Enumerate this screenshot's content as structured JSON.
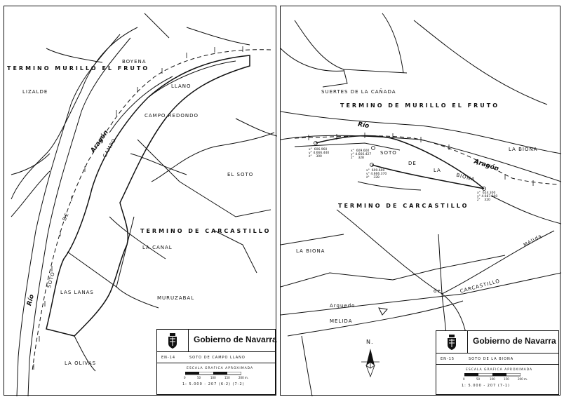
{
  "left_map": {
    "labels": {
      "murillo": "TERMINO  MURILLO  EL  FRUTO",
      "boyena": "BOYENA",
      "lizalde": "LIZALDE",
      "llano": "LLANO",
      "campo_redondo": "CAMPO   REDONDO",
      "campo": "CAMPO",
      "aragon": "Aragón",
      "el_soto": "EL  SOTO",
      "carcastillo": "TERMINO   DE   CARCASTILLO",
      "la_canal": "LA  CANAL",
      "de": "DE",
      "soto": "SOTO",
      "rio": "Río",
      "las_lanas": "LAS  LANAS",
      "muruzabal": "MURUZABAL",
      "la_olivas": "LA  OLIVAS"
    },
    "legend": {
      "government": "Gobierno de Navarra",
      "code": "EN-14",
      "title": "SOTO  DE  CAMPO  LLANO",
      "scale_caption": "ESCALA  GRAFICA  APROXIMADA",
      "scale_ticks": [
        "0",
        "50",
        "100",
        "150",
        "200 m."
      ],
      "reference": "1: 5.000 - 207 (6-2) (7-2)"
    }
  },
  "right_map": {
    "labels": {
      "suertes": "SUERTES     DE     LA     CAÑADA",
      "murillo": "TERMINO   DE   MURILLO   EL   FRUTO",
      "rio": "Río",
      "aragon": "Aragón",
      "la_biona_e": "LA  BIONA",
      "soto": "SOTO",
      "de": "DE",
      "la": "LA",
      "biona": "BIONA",
      "carcastillo": "TERMINO     DE     CARCASTILLO",
      "la_biona_w": "LA  BIONA",
      "melida_road": "Mélida",
      "arguedo": "Arguedo",
      "de_small": "de",
      "carcastillo_road": "CARCASTILLO",
      "melida": "MELIDA",
      "north": "N."
    },
    "coordinates": {
      "c1": "x°  606.960\ny° 4.666.440\nz°    300",
      "c2": "x°  609.600\ny° 4.666.427\nz°    328",
      "c3": "x°  609.600\ny° 4.666.370\nz°    328",
      "c4": "x°  624.300\ny° 4.687.300\nz°    320"
    },
    "legend": {
      "government": "Gobierno de Navarra",
      "code": "EN-15",
      "title": "SOTO  DE  LA  BIONA",
      "scale_caption": "ESCALA  GRAFICA  APROXIMADA",
      "scale_ticks": [
        "0",
        "50",
        "100",
        "150",
        "200 m."
      ],
      "reference": "1: 5.000 - 207 (7-1)"
    }
  }
}
